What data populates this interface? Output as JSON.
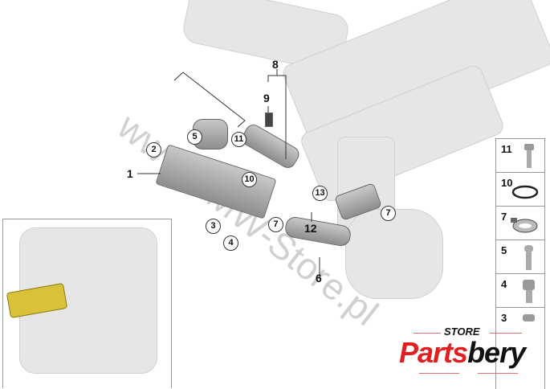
{
  "diagram": {
    "callouts": [
      "1",
      "2",
      "3",
      "4",
      "5",
      "6",
      "7",
      "8",
      "9",
      "10",
      "11",
      "12",
      "13"
    ],
    "callout_7_second": "7",
    "watermark": "www.BMW-Store.pl"
  },
  "legend": {
    "items": [
      {
        "number": "11",
        "icon": "bolt-icon"
      },
      {
        "number": "10",
        "icon": "seal-ring-icon"
      },
      {
        "number": "7",
        "icon": "hose-clamp-icon"
      },
      {
        "number": "5",
        "icon": "bolt-icon"
      },
      {
        "number": "4",
        "icon": "collar-bolt-icon"
      },
      {
        "number": "3",
        "icon": "nut-icon"
      }
    ]
  },
  "logo": {
    "store": "STORE",
    "brand_red": "Parts",
    "brand_black": "bery",
    "red": "#e02020"
  }
}
